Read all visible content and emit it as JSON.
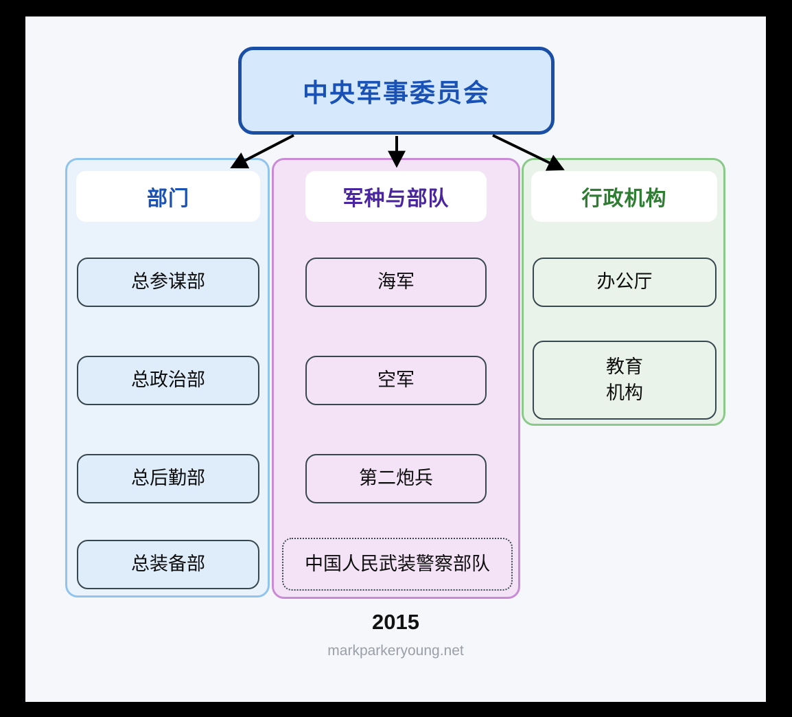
{
  "title": "中央军事委员会",
  "columns": [
    {
      "header": "部门",
      "items": [
        "总参谋部",
        "总政治部",
        "总后勤部",
        "总装备部"
      ]
    },
    {
      "header": "军种与部队",
      "items": [
        "海军",
        "空军",
        "第二炮兵"
      ],
      "dotted_item": "中国人民武装警察部队"
    },
    {
      "header": "行政机构",
      "items": [
        "办公厅",
        "教育\n机构"
      ]
    }
  ],
  "footer": {
    "year": "2015",
    "credit": "markparkeryoung.net"
  },
  "colors": {
    "frame": "#000000",
    "page_background": "#f6f7fa",
    "root_fill": "#d6e8fb",
    "root_border": "#1a4fa5",
    "root_text": "#1a51b5",
    "departments_panel_fill": "#eaf2fb",
    "departments_panel_border": "#90c4ee",
    "departments_header_text": "#1a51b5",
    "departments_item_fill": "#dfecf9",
    "services_panel_fill": "#f4e3f6",
    "services_panel_border": "#c98bd6",
    "services_header_text": "#4a25a0",
    "admin_panel_fill": "#e9f3e9",
    "admin_panel_border": "#8bc98b",
    "admin_header_text": "#2e7d32",
    "item_border": "#37474f",
    "arrow": "#000000"
  }
}
